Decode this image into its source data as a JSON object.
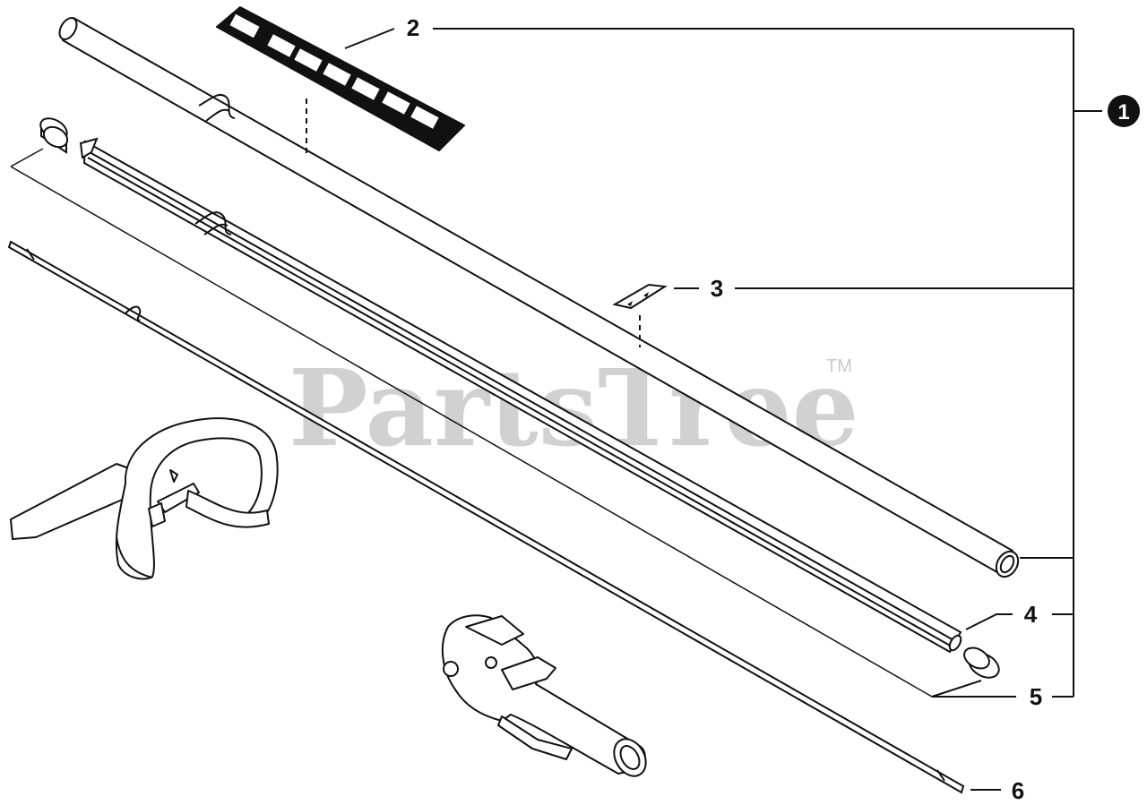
{
  "watermark": {
    "text": "PartsTree",
    "trademark": "TM"
  },
  "callouts": {
    "main": "1",
    "item2": "2",
    "item3": "3",
    "item4": "4",
    "item5": "5",
    "item6": "6"
  },
  "colors": {
    "line": "#111111",
    "watermark": "#c9c9c9",
    "fill": "#ffffff"
  }
}
